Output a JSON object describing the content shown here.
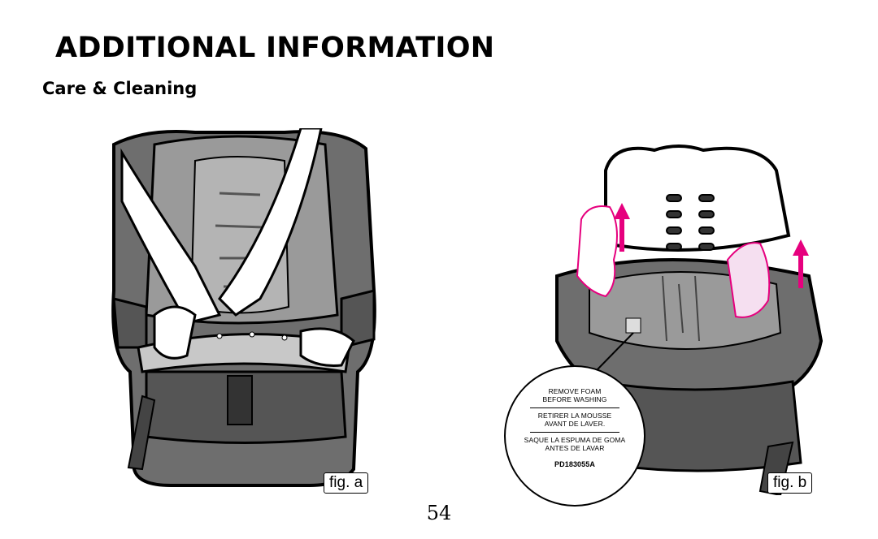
{
  "header": {
    "title": "ADDITIONAL INFORMATION",
    "section": "Care & Cleaning"
  },
  "figures": {
    "a": {
      "label": "fig. a"
    },
    "b": {
      "label": "fig. b",
      "callout": {
        "line1": "REMOVE FOAM",
        "line2": "BEFORE WASHING",
        "line3": "RETIRER LA MOUSSE",
        "line4": "AVANT DE LAVER.",
        "line5": "SAQUE LA ESPUMA DE GOMA",
        "line6": "ANTES DE LAVAR",
        "code": "PD183055A"
      }
    }
  },
  "footer": {
    "page_number": "54"
  },
  "colors": {
    "arrow": "#e6007e",
    "seat_dark": "#6e6e6e",
    "seat_mid": "#9a9a9a",
    "seat_light": "#c8c8c8"
  }
}
